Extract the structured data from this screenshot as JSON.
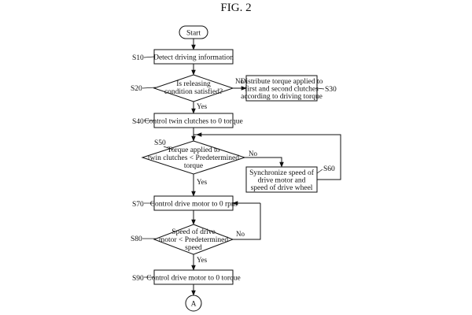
{
  "figure": {
    "title": "FIG. 2"
  },
  "steps": {
    "start": "Start",
    "s10": {
      "id": "S10",
      "lines": [
        "Detect driving information"
      ]
    },
    "s20": {
      "id": "S20",
      "lines": [
        "Is releasing",
        "condition satisfied?"
      ]
    },
    "s30": {
      "id": "S30",
      "lines": [
        "Distribute torque applied to",
        "first and second clutches",
        "according to driving torque"
      ]
    },
    "s40": {
      "id": "S40",
      "lines": [
        "Control twin clutches to 0 torque"
      ]
    },
    "s50": {
      "id": "S50",
      "lines": [
        "Torque applied to",
        "twin clutches < Predetermined",
        "torque"
      ]
    },
    "s60": {
      "id": "S60",
      "lines": [
        "Synchronize speed of",
        "drive motor and",
        "speed of drive wheel"
      ]
    },
    "s70": {
      "id": "S70",
      "lines": [
        "Control drive motor to 0 rpm"
      ]
    },
    "s80": {
      "id": "S80",
      "lines": [
        "Speed of drive",
        "motor < Predetermined",
        "speed"
      ]
    },
    "s90": {
      "id": "S90",
      "lines": [
        "Control drive motor to 0 torque"
      ]
    },
    "connector": "A"
  },
  "branches": {
    "yes": "Yes",
    "no": "No"
  }
}
